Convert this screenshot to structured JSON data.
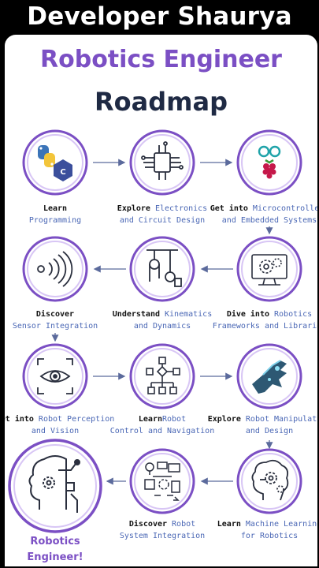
{
  "banner": {
    "title": "Developer Shaurya"
  },
  "roadmap": {
    "title_line1": "Robotics Engineer",
    "title_line2": "Roadmap",
    "steps": [
      {
        "l1a": "Learn",
        "l1b": "",
        "l2": "Programming",
        "icon": "python-cpp-logos"
      },
      {
        "l1a": "Explore",
        "l1b": " Electronics",
        "l2": "and Circuit Design",
        "icon": "circuit-chip-icon"
      },
      {
        "l1a": "Get into",
        "l1b": " Microcontrollers",
        "l2": "and Embedded Systems",
        "icon": "arduino-raspberry-icon"
      },
      {
        "l1a": "Discover",
        "l1b": "",
        "l2": "Sensor Integration",
        "icon": "sensor-waves-icon"
      },
      {
        "l1a": "Understand",
        "l1b": " Kinematics",
        "l2": "and Dynamics",
        "icon": "pulley-icon"
      },
      {
        "l1a": "Dive into",
        "l1b": " Robotics",
        "l2": "Frameworks and Libraries",
        "icon": "monitor-gears-icon"
      },
      {
        "l1a": "Get into",
        "l1b": " Robot Perception",
        "l2": "and Vision",
        "icon": "eye-scan-icon"
      },
      {
        "l1a": "Learn",
        "l1b": "Robot",
        "l2": "Control and Navigation",
        "icon": "flowchart-icon"
      },
      {
        "l1a": "Explore",
        "l1b": " Robot Manipulation",
        "l2": "and Design",
        "icon": "robot-hand-icon"
      },
      {
        "l1a": "Discover",
        "l1b": " Robot",
        "l2": "System Integration",
        "icon": "system-integration-icon"
      },
      {
        "l1a": "Learn",
        "l1b": " Machine Learning",
        "l2": "for Robotics",
        "icon": "ml-brain-icon"
      }
    ],
    "final": {
      "line1": "Robotics",
      "line2": "Engineer!",
      "icon": "robot-head-icon"
    }
  },
  "colors": {
    "ring_purple": "#7b4fc4",
    "ring_light": "#c9b4ee",
    "label_blue": "#4a67b5",
    "arrow": "#5b6a9c"
  }
}
